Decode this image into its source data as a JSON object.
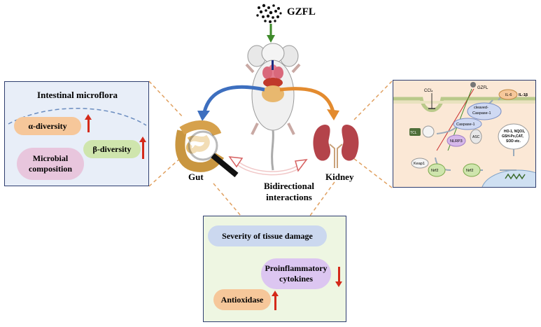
{
  "top": {
    "drug_label": "GZFL"
  },
  "center": {
    "gut_label": "Gut",
    "kidney_label": "Kidney",
    "interaction_line1": "Bidirectional",
    "interaction_line2": "interactions"
  },
  "left_panel": {
    "title": "Intestinal microflora",
    "alpha": "α-diversity",
    "beta": "β-diversity",
    "composition_line1": "Microbial",
    "composition_line2": "composition"
  },
  "bottom_panel": {
    "severity": "Severity of tissue damage",
    "proinflammatory_line1": "Proinflammatory",
    "proinflammatory_line2": "cytokines",
    "antioxidase": "Antioxidase"
  },
  "right_panel": {
    "ccl4": "CCl₄",
    "gzfl": "GZFL",
    "il6": "IL-6",
    "il1b": "IL-1β",
    "cleaved_line1": "cleaved-",
    "cleaved_line2": "Caspase-1",
    "caspase1": "Caspase-1",
    "asc": "ASC",
    "nlrp3": "NLRP3",
    "keap1": "Keap1",
    "nrf2_a": "Nrf2",
    "nrf2_b": "Nrf2",
    "targets_line1": "HO-1, NQO1,",
    "targets_line2": "GSH-Px,CAT,",
    "targets_line3": "SOD etc."
  },
  "colors": {
    "arrow_up_down": "#d42a1a",
    "left_panel_bg": "#e8eef8",
    "bottom_panel_bg": "#eef6e2",
    "right_panel_bg": "#fbe8d6",
    "blue_arrow": "#3d6fbf",
    "orange_arrow": "#e38b2f",
    "green_arrow": "#3e8a2a",
    "dashed": "#e0a060"
  }
}
